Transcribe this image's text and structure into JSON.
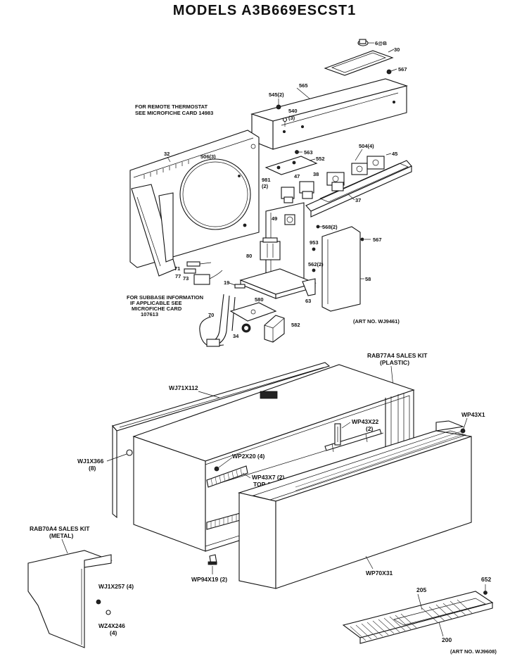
{
  "title": "MODELS A3B669ESCST1",
  "notes": {
    "remote_thermostat": [
      "FOR REMOTE THERMOSTAT",
      "SEE MICROFICHE CARD 14983"
    ],
    "subbase": [
      "FOR SUBBASE INFORMATION",
      "IF APPLICABLE SEE",
      "MICROFICHE CARD",
      "107613"
    ],
    "art_no_upper": "(ART NO. WJ9461)",
    "art_no_lower": "(ART NO. WJ9608)"
  },
  "part_labels": {
    "p_top_knob": "6@B",
    "p_plate_top": "30",
    "p_567_top": "567",
    "p_565": "565",
    "p_545_2": "545(2)",
    "p_540": "540",
    "p_10": "(3)",
    "p_563": "563",
    "p_552": "552",
    "p_504_4": "504(4)",
    "p_45": "45",
    "p_32": "32",
    "p_506_3": "506(3)",
    "p_981": "981",
    "p_2": "(2)",
    "p_38": "38",
    "p_47": "47",
    "p_37": "37",
    "p_49": "49",
    "p_568_2": "568(2)",
    "p_567_mid": "567",
    "p_953": "953",
    "p_80": "80",
    "p_562_2": "562(2)",
    "p_58": "58",
    "p_71": "71",
    "p_77": "77",
    "p_73": "73",
    "p_19": "19",
    "p_63": "63",
    "p_580": "580",
    "p_70": "70",
    "p_34": "34",
    "p_582": "582",
    "p_rab77a4": [
      "RAB77A4 SALES KIT",
      "(PLASTIC)"
    ],
    "p_wj71x112": "WJ71X112",
    "p_wp43x1": "WP43X1",
    "p_wp43x22": [
      "WP43X22",
      "(2)"
    ],
    "p_wj1x366": [
      "WJ1X366",
      "(8)"
    ],
    "p_wp2x20": "WP2X20 (4)",
    "p_wp43x7": [
      "WP43X7 (2)",
      "TOP & BOTTOM"
    ],
    "p_rab70a4": [
      "RAB70A4 SALES KIT",
      "(METAL)"
    ],
    "p_wj1x257": "WJ1X257 (4)",
    "p_wz4x246": [
      "WZ4X246",
      "(4)"
    ],
    "p_wp94x19": "WP94X19 (2)",
    "p_wp70x31": "WP70X31",
    "p_205": "205",
    "p_652": "652",
    "p_200": "200"
  }
}
